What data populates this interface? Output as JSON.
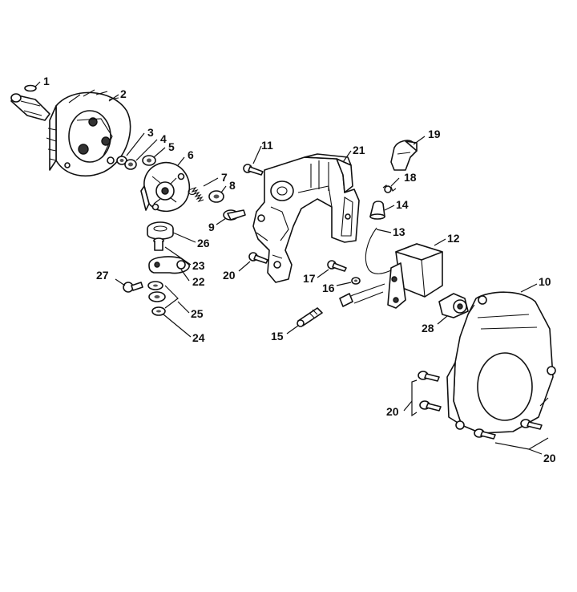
{
  "colors": {
    "ink": "#111111",
    "paper": "#ffffff"
  },
  "callouts": {
    "c1": "1",
    "c2": "2",
    "c3": "3",
    "c4": "4",
    "c5": "5",
    "c6": "6",
    "c7": "7",
    "c8": "8",
    "c9": "9",
    "c10": "10",
    "c11": "11",
    "c12": "12",
    "c13": "13",
    "c14": "14",
    "c15": "15",
    "c16": "16",
    "c17": "17",
    "c18": "18",
    "c19": "19",
    "c20a": "20",
    "c20b": "20",
    "c20c": "20",
    "c21": "21",
    "c22": "22",
    "c23": "23",
    "c24": "24",
    "c25": "25",
    "c26": "26",
    "c27": "27",
    "c28": "28"
  }
}
